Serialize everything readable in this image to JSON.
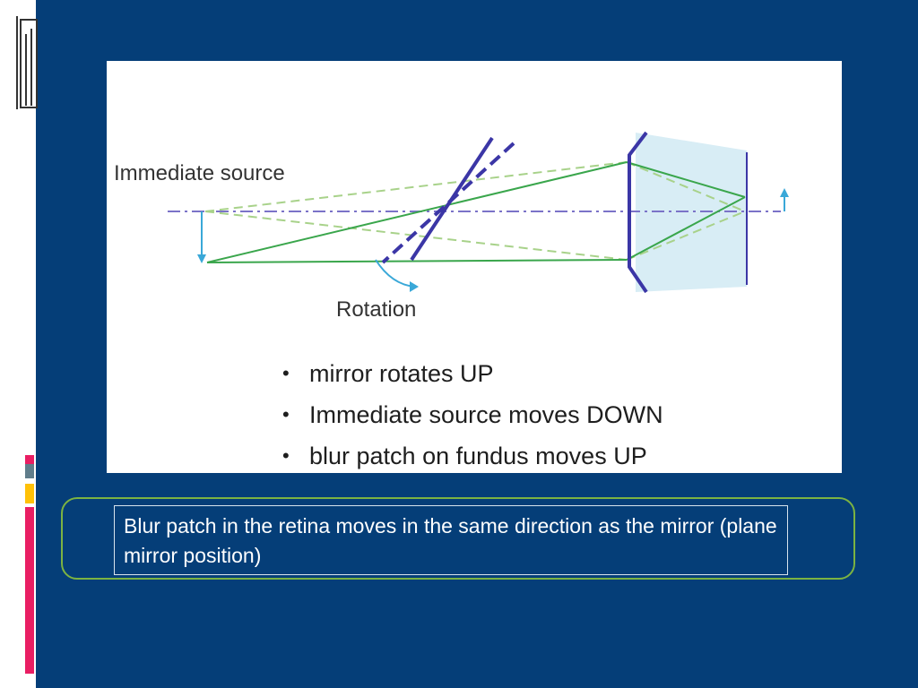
{
  "slide": {
    "background": "#053e78",
    "accent_colors": [
      "#e91e63",
      "#607d8b",
      "#ffc107"
    ]
  },
  "diagram": {
    "label_source": "Immediate source",
    "label_rotation": "Rotation",
    "bullets": [
      "mirror rotates UP",
      "Immediate source moves DOWN",
      "blur patch on fundus moves UP"
    ],
    "colors": {
      "axis": "#7b73c8",
      "mirror": "#3b36a6",
      "ray_solid": "#3aa64c",
      "ray_dashed": "#a8d28a",
      "arrow": "#3aa8d8",
      "eye_fill": "#d8edf5"
    }
  },
  "callout": {
    "text": "Blur patch in the retina moves in the same direction as the mirror (plane mirror position)",
    "border_color": "#7cb342"
  }
}
